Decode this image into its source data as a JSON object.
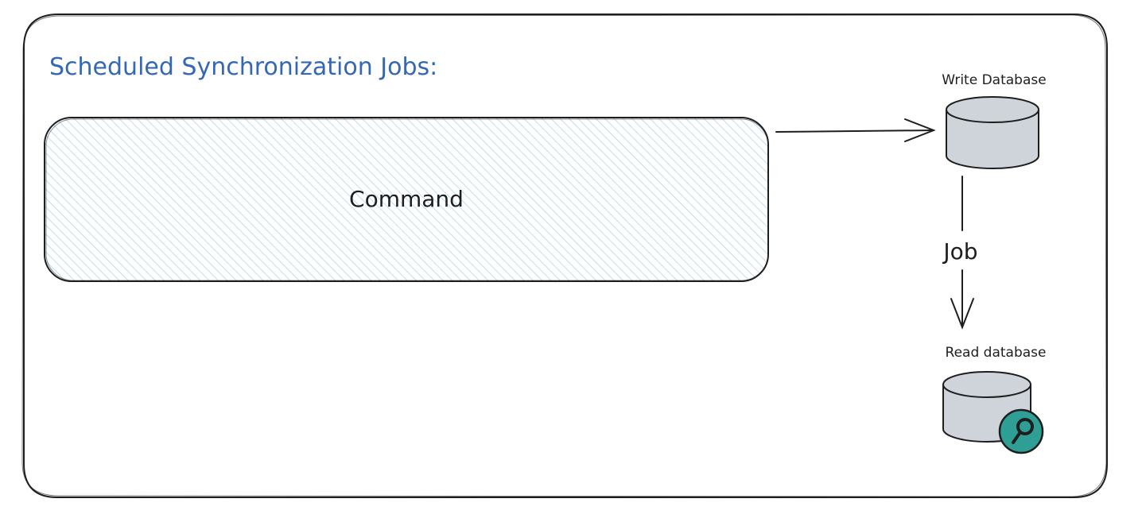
{
  "diagram": {
    "title": "Scheduled Synchronization Jobs:",
    "command_label": "Command",
    "job_label": "Job",
    "write_db_label": "Write Database",
    "read_db_label": "Read database",
    "colors": {
      "title": "#3568b3",
      "stroke": "#1e1e1e",
      "command_hatch": "#a5d0f0",
      "database_fill": "#ced4da",
      "search_badge": "#2f9e94"
    },
    "icons": {
      "write_db": "database-icon",
      "read_db": "database-icon",
      "search_badge": "search-icon"
    }
  }
}
